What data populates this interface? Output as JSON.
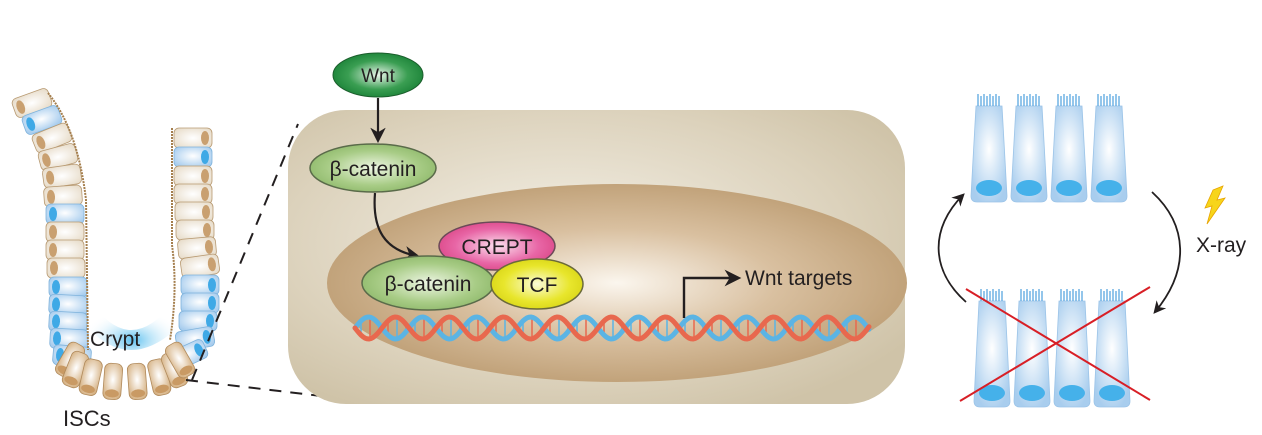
{
  "crypt": {
    "crypt_label": "Crypt",
    "stem_cell_label": "ISCs"
  },
  "pathway": {
    "ligand": "Wnt",
    "cytoplasmic_protein": "β-catenin",
    "nuclear_complex": {
      "protein_a": "β-catenin",
      "protein_b": "CREPT",
      "protein_c": "TCF"
    },
    "target_label": "Wnt targets"
  },
  "regeneration": {
    "stimulus_label": "X-ray",
    "healthy_cell_count": 4,
    "damaged_cell_count": 4
  },
  "colors": {
    "wnt": "#1e8a3c",
    "beta_catenin": "#9cc07a",
    "crept": "#e0589a",
    "tcf": "#e6e01a",
    "cytoplasm": "#d6ccb4",
    "nucleus": "#c4a47c",
    "dna_strand_a": "#e8684e",
    "dna_strand_b": "#5bb4e4",
    "stem_cell": "#d8b88a",
    "epithelial_cell": "#efe8dc",
    "blue_cell": "#a9d2ef",
    "cross": "#d81f26",
    "lightning": "#f7d51a"
  }
}
